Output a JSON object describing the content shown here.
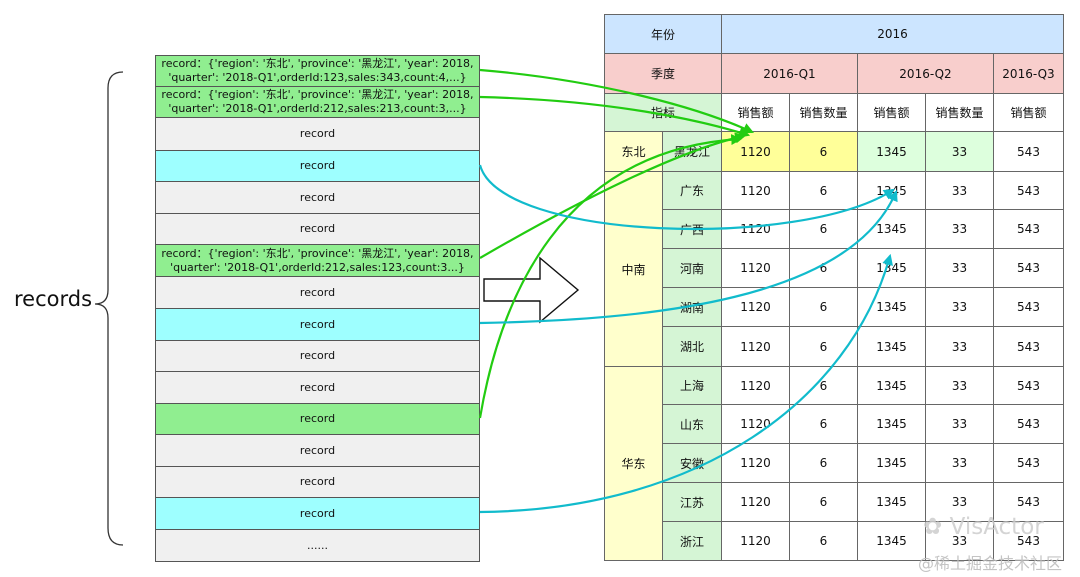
{
  "records_label": "records",
  "record_rows": [
    {
      "text": "record：{'region': '东北', 'province': '黑龙江', 'year': 2018,\n'quarter': '2018-Q1',orderId:123,sales:343,count:4,...}",
      "color": "#90EE90"
    },
    {
      "text": "record：{'region': '东北', 'province': '黑龙江', 'year': 2018,\n'quarter': '2018-Q1',orderId:212,sales:213,count:3,...}",
      "color": "#90EE90"
    },
    {
      "text": "record",
      "color": "#F0F0F0"
    },
    {
      "text": "record",
      "color": "#9EFFFF"
    },
    {
      "text": "record",
      "color": "#F0F0F0"
    },
    {
      "text": "record",
      "color": "#F0F0F0"
    },
    {
      "text": "record：{'region': '东北', 'province': '黑龙江', 'year': 2018,\n'quarter': '2018-Q1',orderId:212,sales:123,count:3...}",
      "color": "#90EE90"
    },
    {
      "text": "record",
      "color": "#F0F0F0"
    },
    {
      "text": "record",
      "color": "#9EFFFF"
    },
    {
      "text": "record",
      "color": "#F0F0F0"
    },
    {
      "text": "record",
      "color": "#F0F0F0"
    },
    {
      "text": "record",
      "color": "#90EE90"
    },
    {
      "text": "record",
      "color": "#F0F0F0"
    },
    {
      "text": "record",
      "color": "#F0F0F0"
    },
    {
      "text": "record",
      "color": "#9EFFFF"
    },
    {
      "text": "......",
      "color": "#F0F0F0"
    }
  ],
  "table": {
    "year_header": "年份",
    "year_value": "2016",
    "quarter_header": "季度",
    "quarters": [
      "2016-Q1",
      "2016-Q2",
      "2016-Q3"
    ],
    "metric_header": "指标",
    "metrics": [
      "销售额",
      "销售数量",
      "销售额",
      "销售数量",
      "销售额"
    ],
    "regions": [
      {
        "name": "东北",
        "provinces": [
          "黑龙江"
        ]
      },
      {
        "name": "中南",
        "provinces": [
          "广东",
          "广西",
          "河南",
          "湖南",
          "湖北"
        ]
      },
      {
        "name": "华东",
        "provinces": [
          "上海",
          "山东",
          "安徽",
          "江苏",
          "浙江"
        ]
      }
    ],
    "row_values": [
      "1120",
      "6",
      "1345",
      "33",
      "543"
    ]
  },
  "colors": {
    "year_row": "#CCE5FF",
    "quarter_row": "#F8CECC",
    "region_column": "#FFFFCC",
    "province_column": "#D5F5D5",
    "highlight_yellow": "#FFFF99",
    "highlight_green": "#DDFFDD",
    "arrow_green": "#22CC11",
    "arrow_cyan": "#11BBCC"
  },
  "watermark": {
    "brand": "VisActor",
    "community": "@稀土掘金技术社区"
  }
}
